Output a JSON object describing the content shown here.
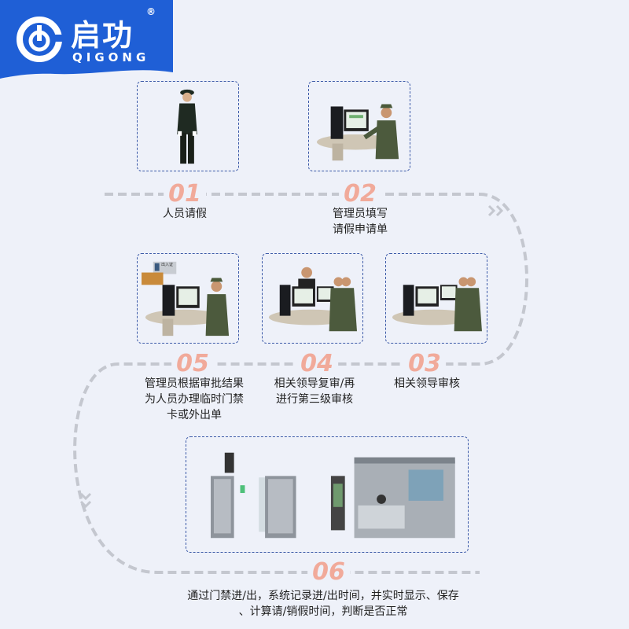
{
  "brand": {
    "name_cn": "启功",
    "name_en": "QIGONG",
    "registered": "®"
  },
  "steps": [
    {
      "num": "01",
      "lines": [
        "人员请假"
      ]
    },
    {
      "num": "02",
      "lines": [
        "管理员填写",
        "请假申请单"
      ]
    },
    {
      "num": "03",
      "lines": [
        "相关领导审核"
      ]
    },
    {
      "num": "04",
      "lines": [
        "相关领导复审/再",
        "进行第三级审核"
      ]
    },
    {
      "num": "05",
      "lines": [
        "管理员根据审批结果",
        "为人员办理临时门禁",
        "卡或外出单"
      ]
    },
    {
      "num": "06",
      "lines": [
        "通过门禁进/出，系统记录进/出时间，并实时显示、保存",
        "、计算请/销假时间，判断是否正常"
      ]
    }
  ],
  "card_label": "出入证",
  "colors": {
    "brand_blue": "#1f5fd6",
    "accent_orange": "#f07a2a",
    "number_pink": "#f1aa9a",
    "dash_gray": "#c4c7cf"
  }
}
